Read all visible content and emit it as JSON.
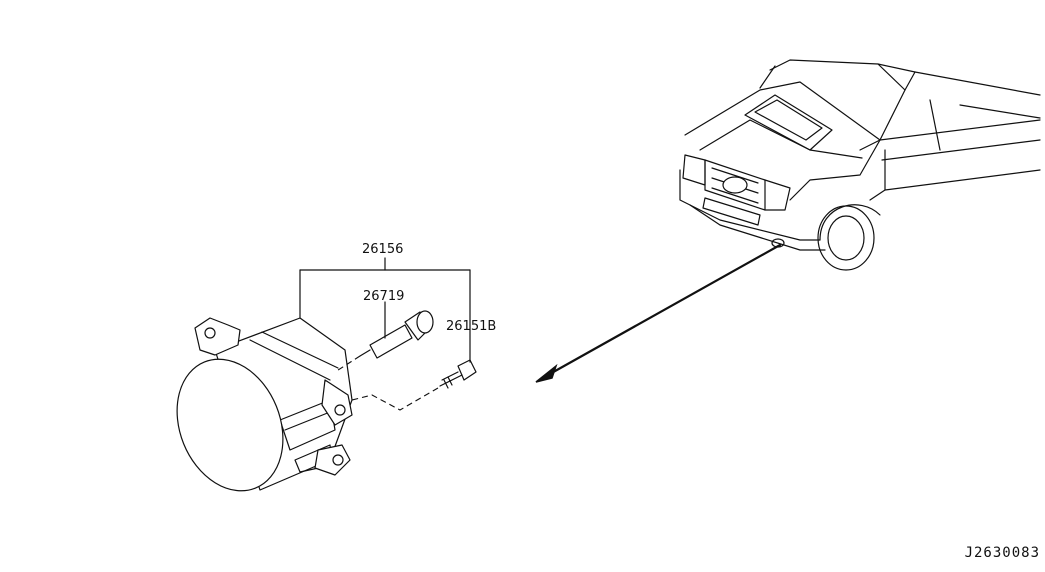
{
  "parts": {
    "assembly": "26156",
    "bulb": "26719",
    "screw": "26151B"
  },
  "diagram_code": "J2630083"
}
